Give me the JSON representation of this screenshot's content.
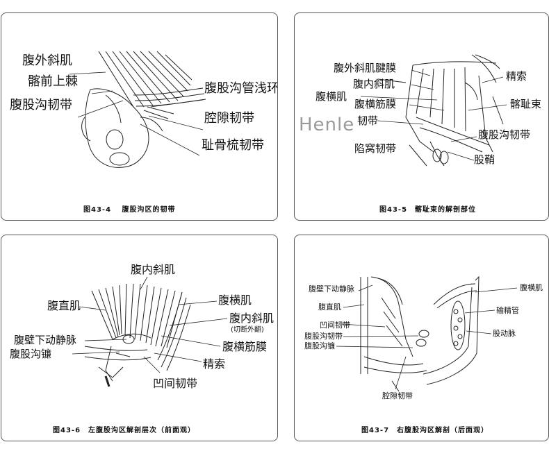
{
  "panels": [
    {
      "caption": "图43-4　 腹股沟区的韧带",
      "labels": {
        "obliquus_externus": "腹外斜肌",
        "iliac_spine": "髂前上棘",
        "inguinal_ligament": "腹股沟韧带",
        "superficial_ring": "腹股沟管浅环",
        "lacunar_ligament": "腔隙韧带",
        "pectineal_ligament": "耻骨梳韧带"
      }
    },
    {
      "caption": "图43-5　髂耻束的解剖部位",
      "labels": {
        "obliquus_externus_aponeurosis": "腹外斜肌腱膜",
        "obliquus_internus": "腹内斜肌",
        "transversus": "腹横肌",
        "transversalis_fascia": "腹横筋膜",
        "ligament": "韧带",
        "interfoveolar_ligament": "陷窝韧带",
        "spermatic_cord": "精索",
        "iliopubic_tract": "髂耻束",
        "inguinal_ligament": "腹股沟韧带",
        "sheath": "股鞘"
      },
      "watermark": "Henle"
    },
    {
      "caption": "图43-6　左腹股沟区解剖层次（前面观）",
      "labels": {
        "obliquus_internus_top": "腹内斜肌",
        "rectus": "腹直肌",
        "transversus": "腹横肌",
        "obliquus_internus_right": "腹内斜肌",
        "obliquus_internus_note": "(切断外翻)",
        "inferior_epigastric": "腹壁下动静脉",
        "inguinal_falx": "腹股沟镰",
        "transversalis_fascia": "腹横筋膜",
        "spermatic_cord": "精索",
        "interfoveolar": "凹间韧带"
      }
    },
    {
      "caption": "图43-7　右腹股沟区解剖（后面观）",
      "labels": {
        "inferior_epigastric": "腹壁下动静脉",
        "rectus": "腹直肌",
        "interfoveolar": "凹间韧带",
        "inguinal_ligament": "腹股沟韧带",
        "inguinal_falx": "腹股沟镰",
        "lacunar": "腔隙韧带",
        "transversus": "腹横肌",
        "vas_deferens": "输精管",
        "femoral_artery": "股动脉"
      }
    }
  ]
}
